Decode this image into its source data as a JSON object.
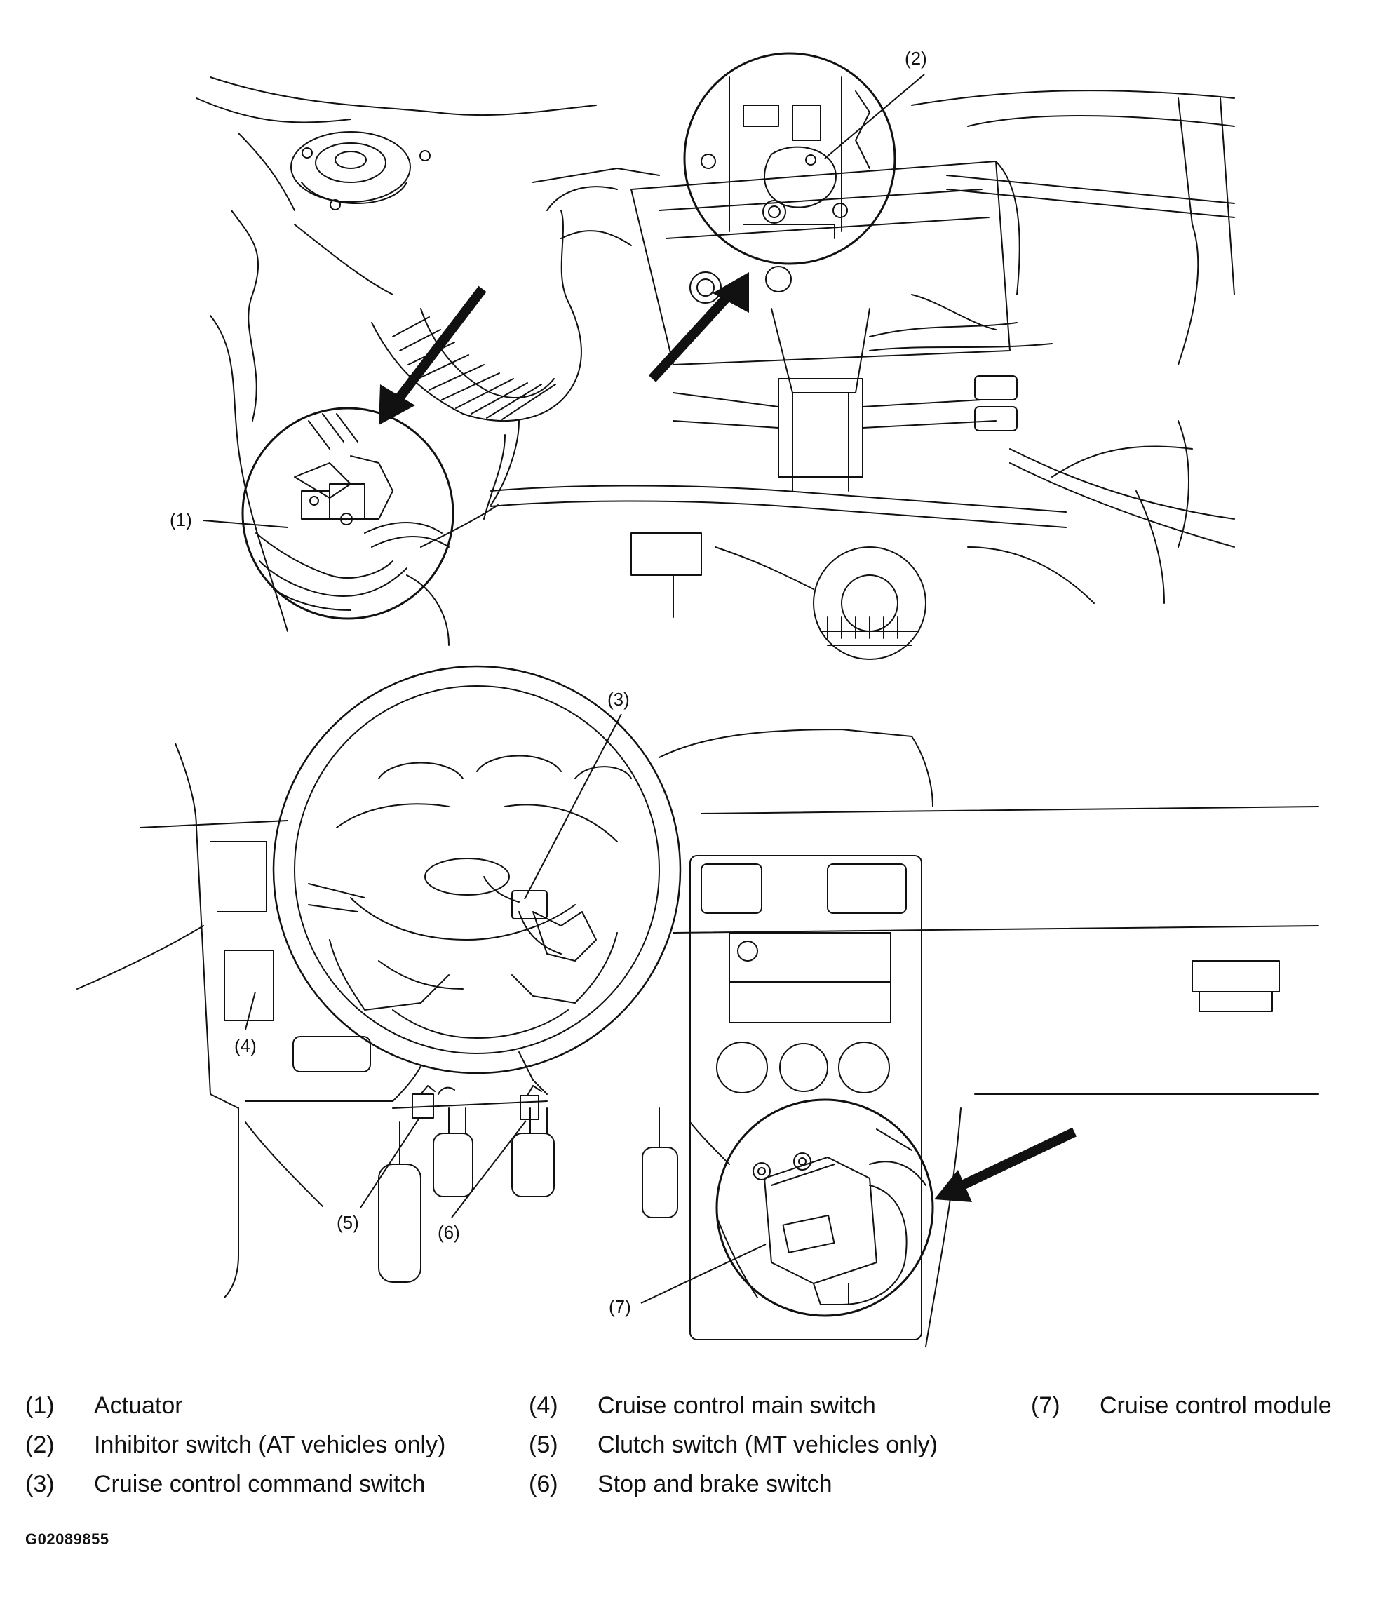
{
  "callouts": [
    {
      "num": "(1)",
      "name": "Actuator"
    },
    {
      "num": "(2)",
      "name": "Inhibitor switch (AT vehicles only)"
    },
    {
      "num": "(3)",
      "name": "Cruise control command switch"
    },
    {
      "num": "(4)",
      "name": "Cruise control main switch"
    },
    {
      "num": "(5)",
      "name": "Clutch switch (MT vehicles only)"
    },
    {
      "num": "(6)",
      "name": "Stop and brake switch"
    },
    {
      "num": "(7)",
      "name": "Cruise control module"
    }
  ],
  "figure_code": "G02089855"
}
